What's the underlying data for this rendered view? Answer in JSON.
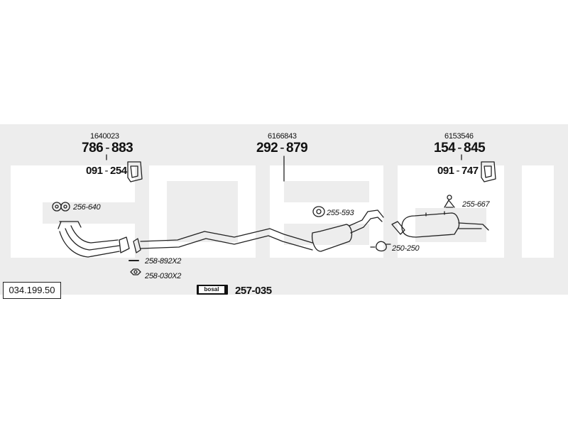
{
  "watermark": "bosal",
  "reference_number": "034.199.50",
  "logo_text": "bosal",
  "parts": {
    "front": {
      "oe_number": "1640023",
      "part_a": "786",
      "part_b": "883",
      "bracket_a": "091",
      "bracket_b": "254",
      "rubber_mount": "256-640",
      "bolts": "258-892X2",
      "nuts": "258-030X2"
    },
    "center": {
      "oe_number": "6166843",
      "part_a": "292",
      "part_b": "879",
      "rubber_mount": "255-593",
      "clamp": "250-250"
    },
    "rear": {
      "oe_number": "6153546",
      "part_a": "154",
      "part_b": "845",
      "bracket_a": "091",
      "bracket_b": "747",
      "rubber_mount": "255-667"
    },
    "mounting_kit": "257-035"
  },
  "colors": {
    "line": "#222222",
    "watermark": "#ffffff",
    "band": "#ededed"
  }
}
